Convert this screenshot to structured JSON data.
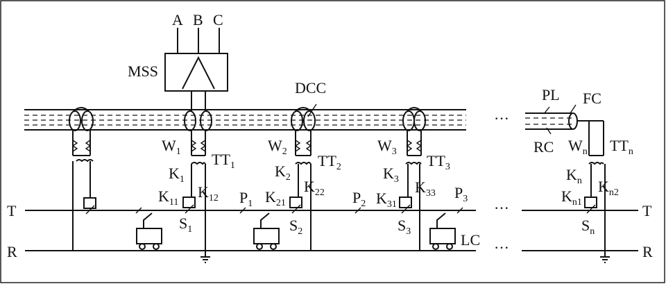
{
  "phases": [
    "A",
    "B",
    "C"
  ],
  "mss": "MSS",
  "dcc": "DCC",
  "pl": "PL",
  "fc": "FC",
  "rc": "RC",
  "lc": "LC",
  "rail_t": "T",
  "rail_r": "R",
  "ellipsis": "···",
  "w": [
    "W",
    "W",
    "W",
    "W"
  ],
  "w_sub": [
    "1",
    "2",
    "3",
    "n"
  ],
  "tt": [
    "TT",
    "TT",
    "TT",
    "TT"
  ],
  "tt_sub": [
    "1",
    "2",
    "3",
    "n"
  ],
  "k": [
    "K",
    "K",
    "K",
    "K"
  ],
  "k_sub": [
    "1",
    "2",
    "3",
    "n"
  ],
  "ka": [
    "K",
    "K",
    "K",
    "K"
  ],
  "ka_sub": [
    "11",
    "21",
    "31",
    "n1"
  ],
  "kb": [
    "K",
    "K",
    "K",
    "K"
  ],
  "kb_sub": [
    "12",
    "22",
    "33",
    "n2"
  ],
  "s": [
    "S",
    "S",
    "S",
    "S"
  ],
  "s_sub": [
    "1",
    "2",
    "3",
    "n"
  ],
  "p": [
    "P",
    "P",
    "P"
  ],
  "p_sub": [
    "1",
    "2",
    "3"
  ]
}
